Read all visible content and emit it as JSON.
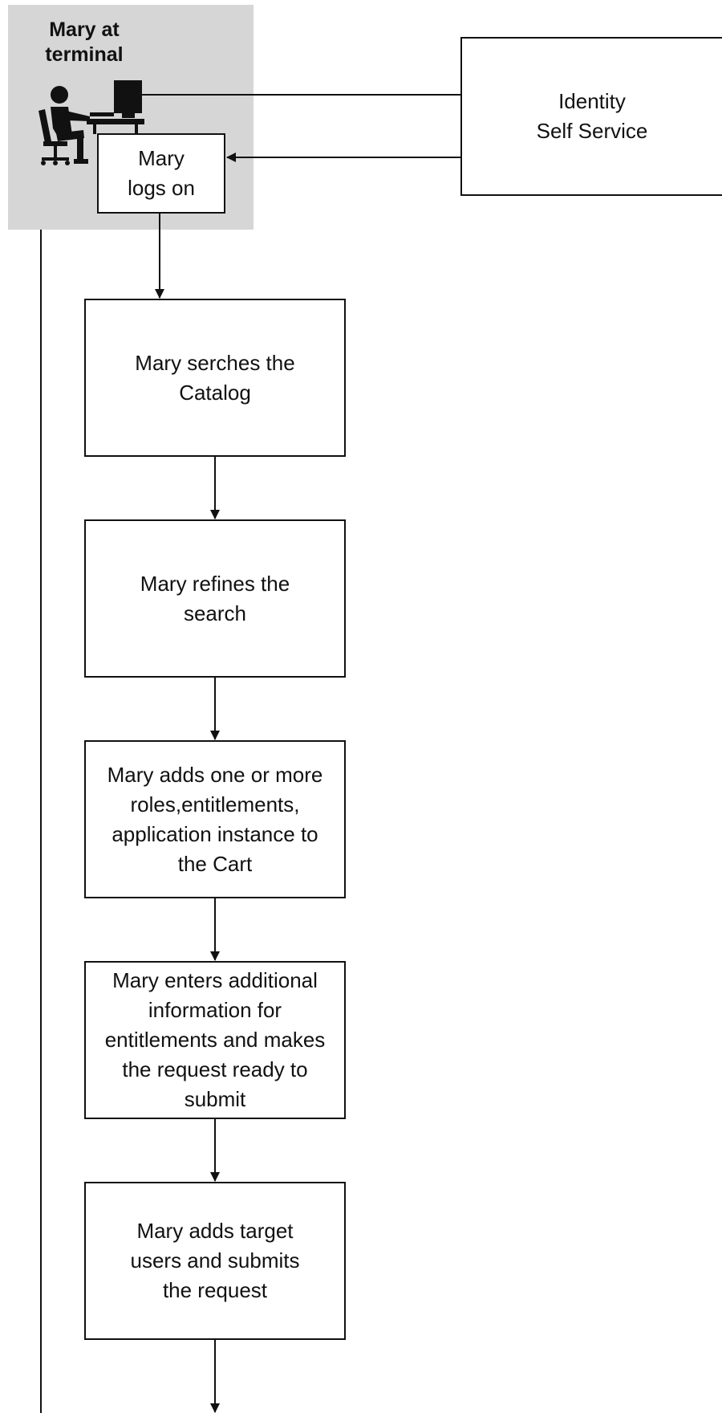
{
  "actor": {
    "title_line1": "Mary at",
    "title_line2": "terminal",
    "icon": "person-at-computer-icon"
  },
  "logon": {
    "line1": "Mary",
    "line2": "logs on"
  },
  "identity": {
    "line1": "Identity",
    "line2": "Self Service"
  },
  "steps": [
    {
      "lines": [
        "Mary serches the",
        "Catalog"
      ]
    },
    {
      "lines": [
        "Mary refines the",
        "search"
      ]
    },
    {
      "lines": [
        "Mary adds one or more",
        "roles,entitlements,",
        "application instance to",
        "the Cart"
      ]
    },
    {
      "lines": [
        "Mary enters additional",
        "information for",
        "entitlements and makes",
        "the request ready to",
        "submit"
      ]
    },
    {
      "lines": [
        "Mary adds target",
        "users and submits",
        "the request"
      ]
    }
  ],
  "colors": {
    "stroke": "#111111",
    "panel": "#d6d6d6"
  }
}
